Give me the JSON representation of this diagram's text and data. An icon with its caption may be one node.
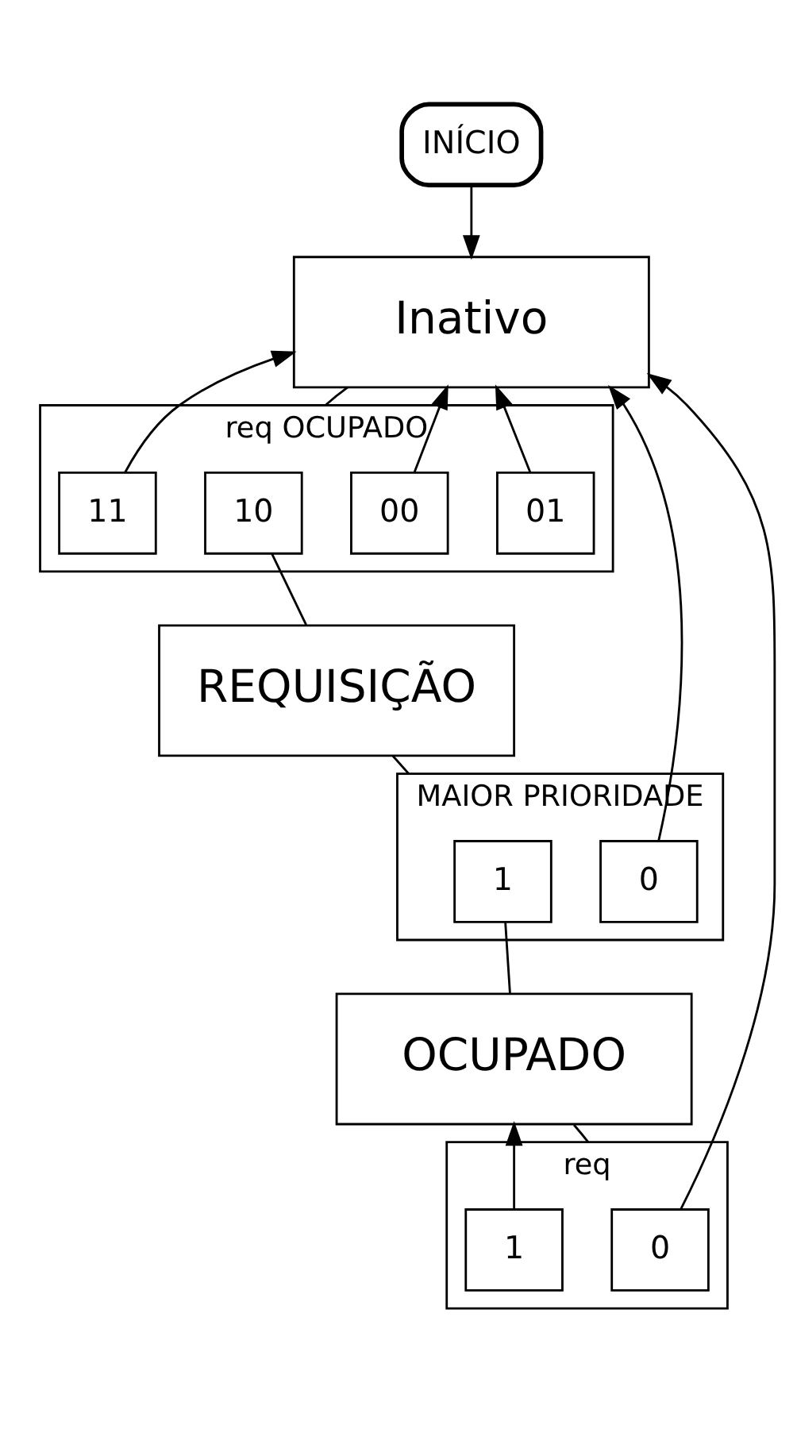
{
  "diagram": {
    "nodes": [
      {
        "text": [
          "INÍCIO"
        ]
      },
      {
        "text": [
          "Inativo"
        ]
      },
      {
        "text": [
          "req OCUPADO"
        ]
      },
      {
        "text": [
          "00"
        ],
        "in": 2
      },
      {
        "text": [
          "01"
        ],
        "in": 2
      },
      {
        "text": [
          "11"
        ],
        "in": 2
      },
      {
        "text": [
          "10"
        ],
        "in": 2
      },
      {
        "text": [
          "REQUISIÇÃO"
        ]
      },
      {
        "text": [
          "MAIOR PRIORIDADE"
        ]
      },
      {
        "text": [
          "1"
        ],
        "in": 8
      },
      {
        "text": [
          "0"
        ],
        "in": 8
      },
      {
        "text": [
          "OCUPADO"
        ]
      },
      {
        "text": [
          "req"
        ]
      },
      {
        "text": [
          "0"
        ],
        "in": 12
      },
      {
        "text": [
          "1"
        ],
        "in": 12
      }
    ],
    "edges": [
      {
        "from": 0,
        "to": 1,
        "arrow": "to"
      },
      {
        "from": 1,
        "to": 2,
        "arrow": "none"
      },
      {
        "from": 3,
        "to": 1,
        "arrow": "to"
      },
      {
        "from": 4,
        "to": 1,
        "arrow": "to"
      },
      {
        "from": 5,
        "to": 1,
        "arrow": "to"
      },
      {
        "from": 6,
        "to": 7,
        "arrow": "none"
      },
      {
        "from": 7,
        "to": 8,
        "arrow": "none"
      },
      {
        "from": 9,
        "to": 11,
        "arrow": "none"
      },
      {
        "from": 10,
        "to": 1,
        "arrow": "to"
      },
      {
        "from": 11,
        "to": 12,
        "arrow": "none"
      },
      {
        "from": 13,
        "to": 1,
        "arrow": "to"
      },
      {
        "from": 14,
        "to": 11,
        "arrow": "to"
      }
    ]
  }
}
